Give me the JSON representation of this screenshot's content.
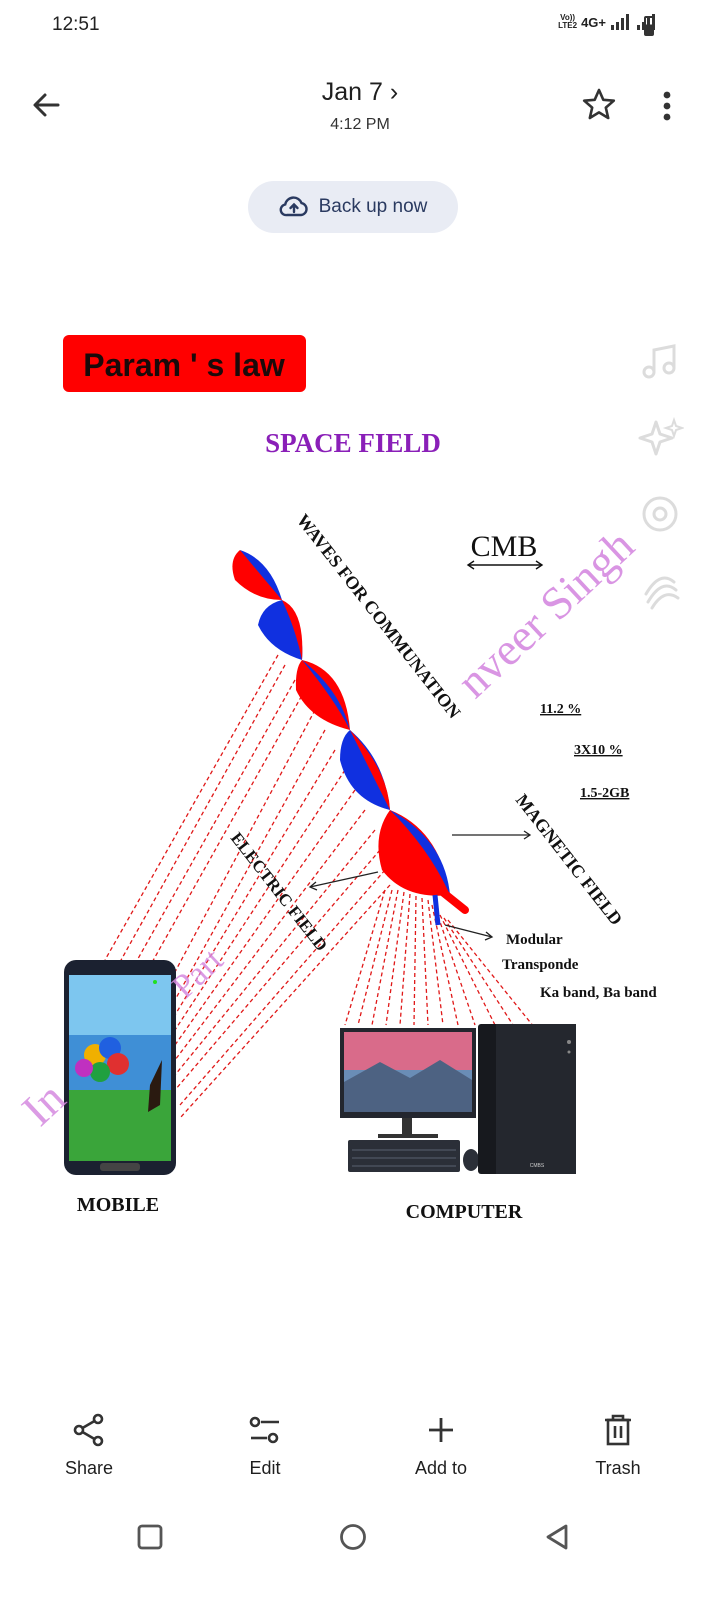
{
  "status_bar": {
    "time": "12:51",
    "volte": "Vo))\nLTE2",
    "network": "4G+"
  },
  "header": {
    "date": "Jan 7 ›",
    "time": "4:12 PM"
  },
  "backup": {
    "label": "Back up now"
  },
  "photo": {
    "badge": "Param ' s law",
    "title": "SPACE FIELD",
    "cmb": "CMB",
    "waves_label": "WAVES FOR COMMUNATION",
    "stat_1": "11.2 %",
    "stat_2": "3X10 %",
    "stat_3": "1.5-2GB",
    "magnetic_label": "MAGNETIC FIELD",
    "electric_label": "ELECTRIC FIELD",
    "modular_1": "Modular",
    "modular_2": "Transponde",
    "bands": "Ka band, Ba band",
    "mobile_label": "MOBILE",
    "computer_label": "COMPUTER",
    "watermark_1": "nveer Singh",
    "watermark_2": "In",
    "watermark_3": "Part",
    "case_brand": "CMBS"
  },
  "actions": [
    {
      "label": "Share",
      "icon": "share-icon"
    },
    {
      "label": "Edit",
      "icon": "edit-sliders-icon"
    },
    {
      "label": "Add to",
      "icon": "plus-icon"
    },
    {
      "label": "Trash",
      "icon": "trash-icon"
    }
  ],
  "colors": {
    "badge_red": "#ff0000",
    "title_purple": "#8a1fb8",
    "wave_red": "#ff0000",
    "wave_blue": "#1030e0",
    "watermark": "#d58ae0"
  }
}
